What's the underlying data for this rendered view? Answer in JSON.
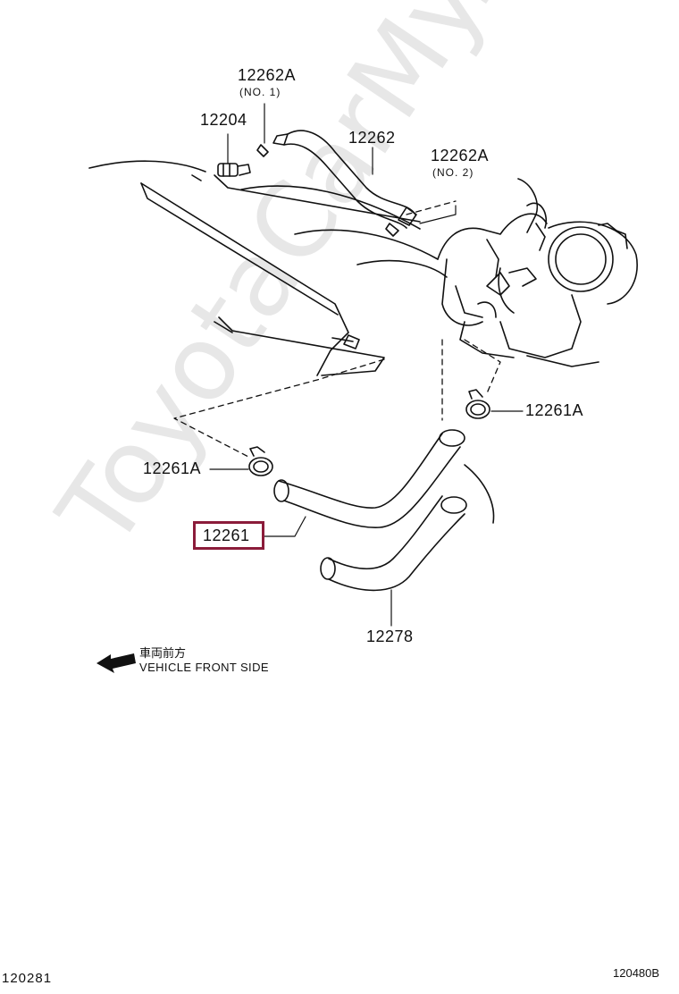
{
  "watermark": "ToyotaCarMy.ru",
  "parts": {
    "p12262A_no1": "12262A",
    "p12262A_no1_sub": "(NO. 1)",
    "p12204": "12204",
    "p12262": "12262",
    "p12262A_no2": "12262A",
    "p12262A_no2_sub": "(NO. 2)",
    "p12261A_right": "12261A",
    "p12261A_left": "12261A",
    "p12261": "12261",
    "p12278": "12278"
  },
  "direction": {
    "jp": "車両前方",
    "en": "VEHICLE FRONT SIDE"
  },
  "codes": {
    "left": "120281",
    "right": "120480B"
  },
  "colors": {
    "highlight": "#8b1c3a",
    "watermark": "#d4d4d4",
    "lines": "#111111"
  }
}
